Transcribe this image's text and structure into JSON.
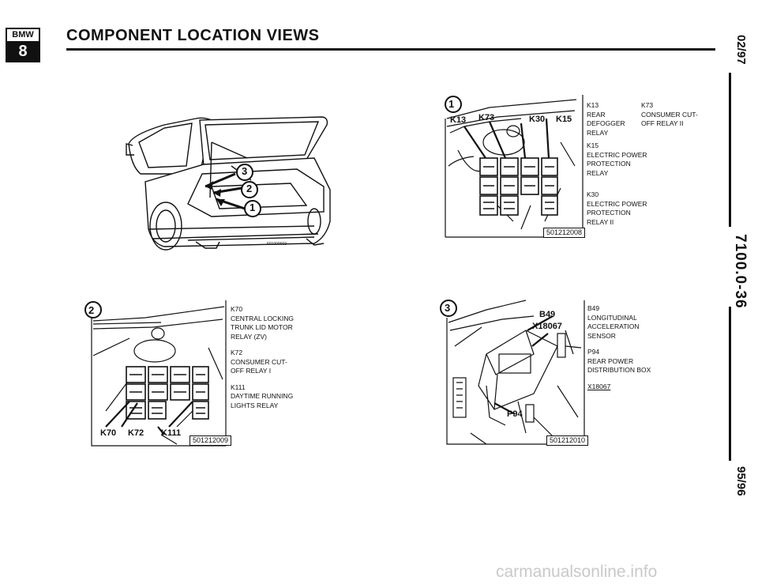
{
  "header": {
    "logo_top": "BMW",
    "logo_bottom": "8",
    "title": "COMPONENT LOCATION VIEWS"
  },
  "side": {
    "date_top": "02/97",
    "page_number": "7100.0-36",
    "date_bottom": "95/96"
  },
  "car_view": {
    "callouts": [
      "1",
      "2",
      "3"
    ],
    "ref": "601000003"
  },
  "view1": {
    "number": "1",
    "labels": [
      "K13",
      "K73",
      "K30",
      "K15"
    ],
    "ref": "501212008",
    "legend": [
      {
        "code": "K13",
        "desc": "REAR DEFOGGER\nRELAY"
      },
      {
        "code": "K73",
        "desc": "CONSUMER CUT-\nOFF RELAY II"
      },
      {
        "code": "K15",
        "desc": "ELECTRIC POWER\nPROTECTION\nRELAY"
      },
      {
        "code": "K30",
        "desc": "ELECTRIC POWER\nPROTECTION\nRELAY II"
      }
    ]
  },
  "view2": {
    "number": "2",
    "labels": [
      "K70",
      "K72",
      "K111"
    ],
    "ref": "501212009",
    "legend": [
      {
        "code": "K70",
        "desc": "CENTRAL LOCKING\nTRUNK LID MOTOR\nRELAY (ZV)"
      },
      {
        "code": "K72",
        "desc": "CONSUMER CUT-\nOFF RELAY I"
      },
      {
        "code": "K111",
        "desc": "DAYTIME RUNNING\nLIGHTS RELAY"
      }
    ]
  },
  "view3": {
    "number": "3",
    "labels": [
      "B49",
      "X18067",
      "P94"
    ],
    "ref": "501212010",
    "legend": [
      {
        "code": "B49",
        "desc": "LONGITUDINAL\nACCELERATION\nSENSOR"
      },
      {
        "code": "P94",
        "desc": "REAR POWER\nDISTRIBUTION BOX"
      },
      {
        "code": "X18067",
        "desc": ""
      }
    ]
  },
  "footer": {
    "watermark": "carmanualsonline.info"
  },
  "colors": {
    "ink": "#111111",
    "watermark": "#c9c9c9"
  }
}
